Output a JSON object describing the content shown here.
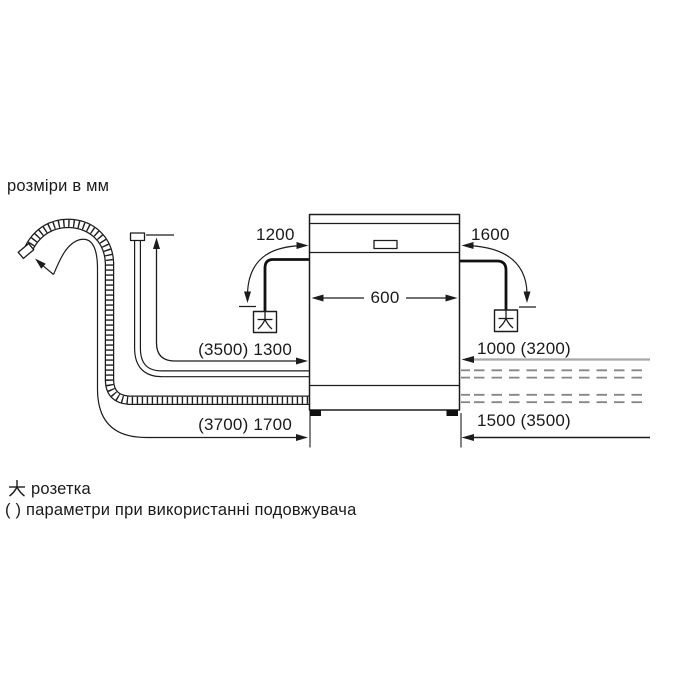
{
  "title": "розміри в мм",
  "dimensions": {
    "drain_hookup_height": "1200",
    "cord_drop_height": "1600",
    "appliance_width": "600",
    "supply_hose_length": "(3500) 1300",
    "drain_hose_length": "(3700) 1700",
    "power_cord_length": "1000 (3200)",
    "right_hose_length": "1500 (3500)"
  },
  "legend": {
    "socket": "розетка",
    "parentheses": "( ) параметри при використанні подовжувача"
  },
  "icons": {
    "socket": "power-socket-icon"
  },
  "colors": {
    "line": "#1c1c1c",
    "gray_line": "#a8a8a8",
    "dashed_line": "#868686",
    "background": "#ffffff"
  }
}
